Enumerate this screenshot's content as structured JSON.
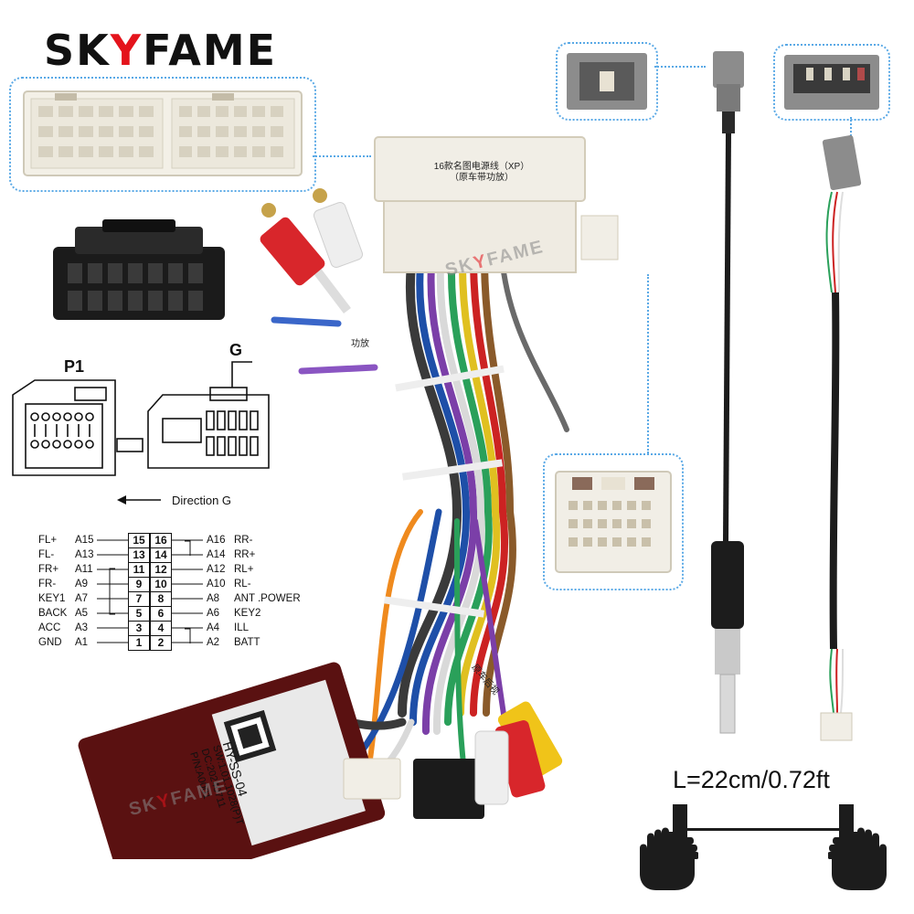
{
  "brand": {
    "prefix": "SK",
    "accent": "Y",
    "suffix": "FAME",
    "accent_color": "#e4141c"
  },
  "watermark": {
    "prefix": "SK",
    "accent": "Y",
    "suffix": "FAME"
  },
  "labels": {
    "p1": "P1",
    "g": "G",
    "direction": "Direction G",
    "length": "L=22cm/0.72ft"
  },
  "connector_tags": {
    "main_line1": "16款名图电源线（XP）",
    "main_line2": "（原车带功放）",
    "box_model": "HY-SS-04",
    "box_sw": "SW:1.01.1028(P)T",
    "box_dc": "DC:20240711",
    "box_pn": "P/N:A0001",
    "tag_amp": "功放",
    "tag_car": "原车后视"
  },
  "pinout": {
    "rows": [
      {
        "l_name": "FL+",
        "l_code": "A15",
        "l_pin": "15",
        "r_pin": "16",
        "r_code": "A16",
        "r_name": "RR-"
      },
      {
        "l_name": "FL-",
        "l_code": "A13",
        "l_pin": "13",
        "r_pin": "14",
        "r_code": "A14",
        "r_name": "RR+"
      },
      {
        "l_name": "FR+",
        "l_code": "A11",
        "l_pin": "11",
        "r_pin": "12",
        "r_code": "A12",
        "r_name": "RL+"
      },
      {
        "l_name": "FR-",
        "l_code": "A9",
        "l_pin": "9",
        "r_pin": "10",
        "r_code": "A10",
        "r_name": "RL-"
      },
      {
        "l_name": "KEY1",
        "l_code": "A7",
        "l_pin": "7",
        "r_pin": "8",
        "r_code": "A8",
        "r_name": "ANT .POWER"
      },
      {
        "l_name": "BACK",
        "l_code": "A5",
        "l_pin": "5",
        "r_pin": "6",
        "r_code": "A6",
        "r_name": "KEY2"
      },
      {
        "l_name": "ACC",
        "l_code": "A3",
        "l_pin": "3",
        "r_pin": "4",
        "r_code": "A4",
        "r_name": "ILL"
      },
      {
        "l_name": "GND",
        "l_code": "A1",
        "l_pin": "1",
        "r_pin": "2",
        "r_code": "A2",
        "r_name": "BATT"
      }
    ]
  },
  "colors": {
    "dotted_frame": "#5aa9e6",
    "connector_white": "#f1eee6",
    "connector_black": "#1b1b1b",
    "connector_grey": "#8a8a8a",
    "decoder_box": "#5a1111"
  },
  "icons": [
    "pointing-hand-left-icon",
    "pointing-hand-right-icon",
    "arrow-left-icon"
  ]
}
